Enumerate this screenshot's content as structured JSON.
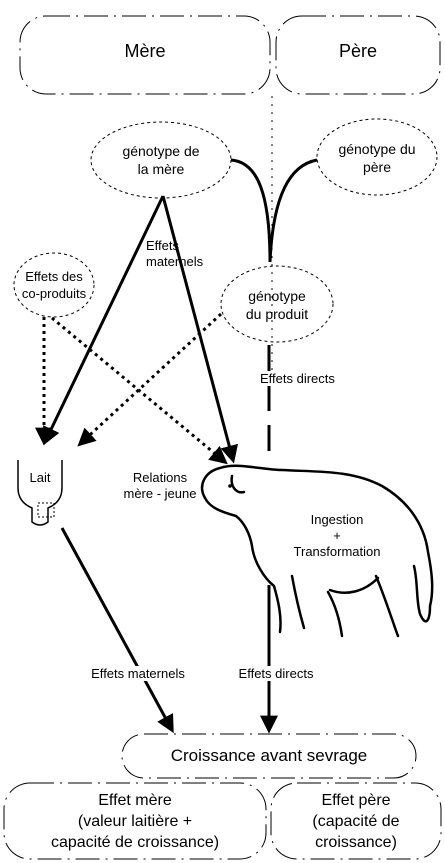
{
  "diagram": {
    "header": {
      "mother": "Mère",
      "father": "Père"
    },
    "nodes": {
      "genotype_mother": "génotype de\nla mère",
      "genotype_father": "génotype du\npère",
      "genotype_product": "génotype\ndu produit",
      "coproduct_effects": "Effets des\nco-produits",
      "milk": "Lait",
      "growth": "Croissance avant sevrage"
    },
    "edge_labels": {
      "maternal_effects_top": "Effets\nmaternels",
      "direct_effects_top": "Effets directs",
      "mother_young_relations": "Relations\nmère - jeune",
      "ingestion": "Ingestion\n+\nTransformation",
      "maternal_effects_bottom": "Effets maternels",
      "direct_effects_bottom": "Effets directs"
    },
    "footer": {
      "mother_effect": "Effet mère\n(valeur laitière +\ncapacité de croissance)",
      "father_effect": "Effet père\n(capacité de\ncroissance)"
    }
  }
}
